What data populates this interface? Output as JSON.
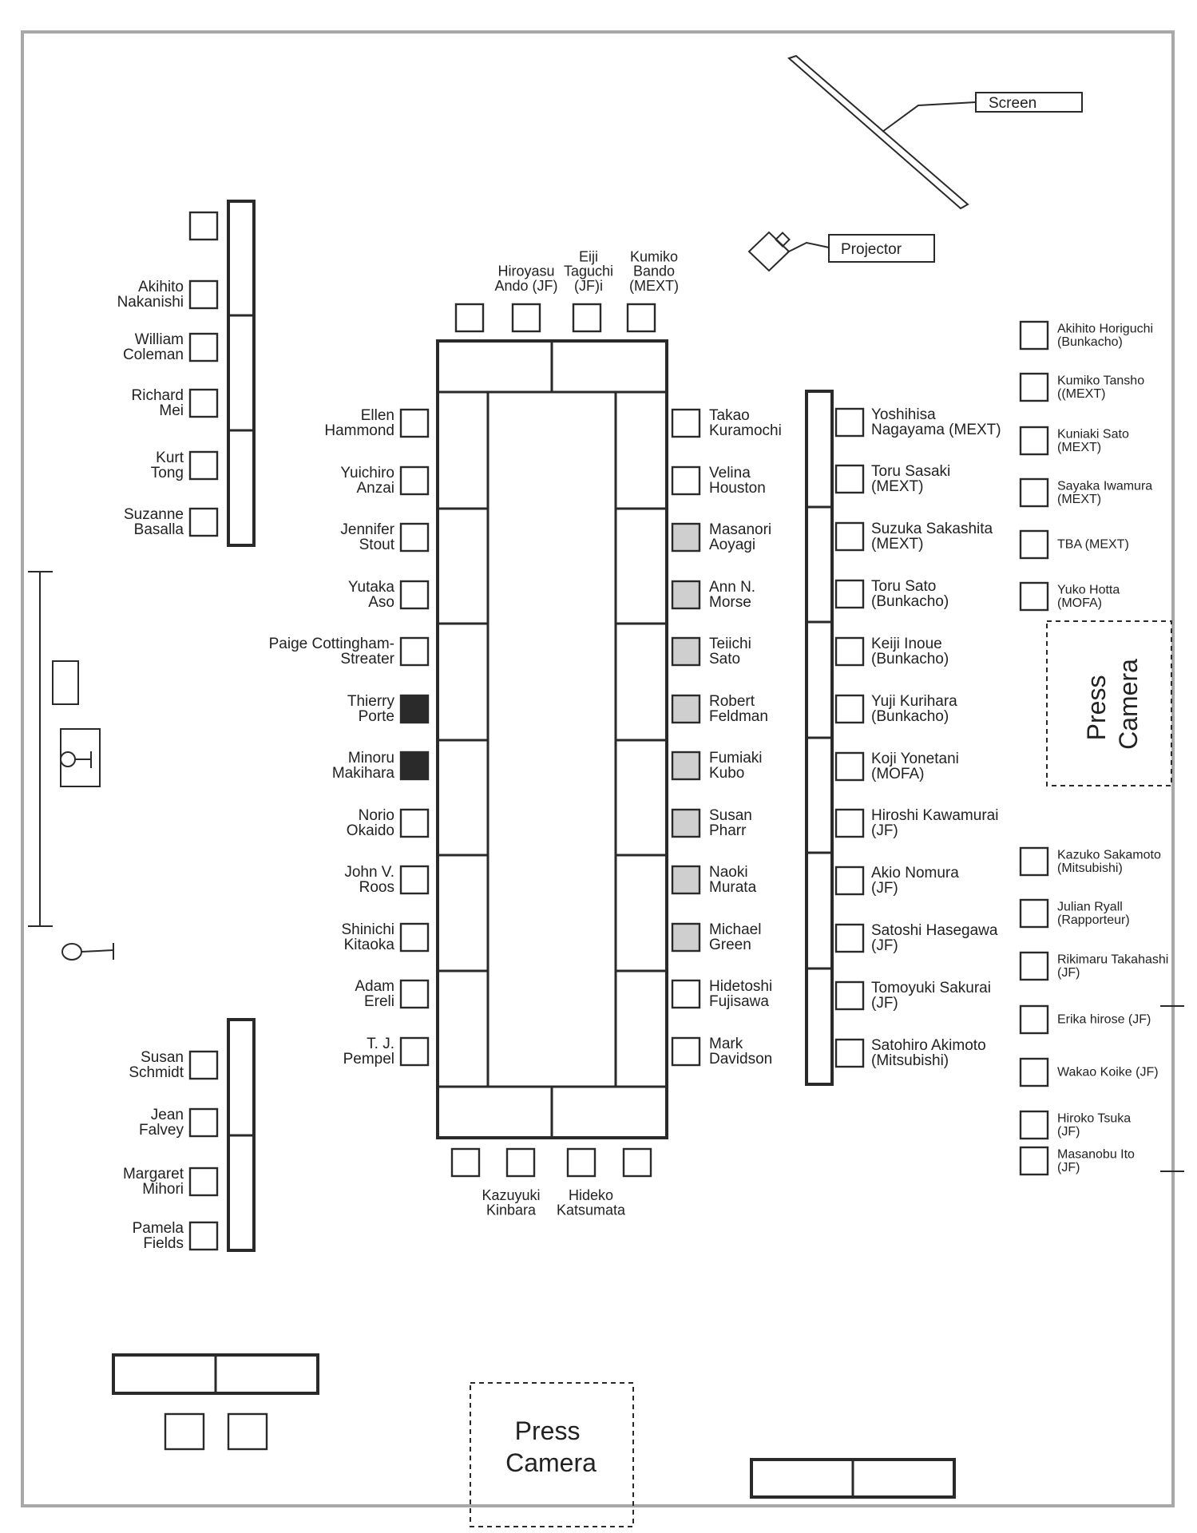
{
  "equipment": {
    "screen_label": "Screen",
    "projector_label": "Projector",
    "press_camera_right": "Press\nCamera",
    "press_camera_bottom": "Press\nCamera"
  },
  "seats": {
    "top_head": [
      "Hiroyasu\nAndo (JF)",
      "Eiji\nTaguchi\n(JF)i",
      "Kumiko\nBando\n(MEXT)"
    ],
    "bottom_head": [
      "Kazuyuki\nKinbara",
      "Hideko\nKatsumata"
    ],
    "table_left": [
      "Ellen\nHammond",
      "Yuichiro\nAnzai",
      "Jennifer\nStout",
      "Yutaka\nAso",
      "Paige Cottingham-\nStreater",
      "Thierry\nPorte",
      "Minoru\nMakihara",
      "Norio\nOkaido",
      "John V.\nRoos",
      "Shinichi\nKitaoka",
      "Adam\nEreli",
      "T. J.\nPempel"
    ],
    "table_right": [
      "Takao\nKuramochi",
      "Velina\nHouston",
      "Masanori\nAoyagi",
      "Ann N.\nMorse",
      "Teiichi\nSato",
      "Robert\nFeldman",
      "Fumiaki\nKubo",
      "Susan\nPharr",
      "Naoki\nMurata",
      "Michael\nGreen",
      "Hidetoshi\nFujisawa",
      "Mark\nDavidson"
    ],
    "right_row": [
      "Yoshihisa\nNagayama (MEXT)",
      "Toru Sasaki\n(MEXT)",
      "Suzuka Sakashita\n(MEXT)",
      "Toru Sato\n(Bunkacho)",
      "Keiji Inoue\n(Bunkacho)",
      "Yuji Kurihara\n(Bunkacho)",
      "Koji Yonetani\n(MOFA)",
      "Hiroshi Kawamurai\n(JF)",
      "Akio Nomura\n(JF)",
      "Satoshi Hasegawa\n(JF)",
      "Tomoyuki Sakurai\n(JF)",
      "Satohiro Akimoto\n(Mitsubishi)"
    ],
    "far_right_top": [
      "Akihito Horiguchi\n(Bunkacho)",
      "Kumiko Tansho\n((MEXT)",
      "Kuniaki Sato\n(MEXT)",
      "Sayaka Iwamura\n(MEXT)",
      "TBA (MEXT)",
      "Yuko Hotta\n(MOFA)"
    ],
    "far_right_bottom": [
      "Kazuko Sakamoto\n(Mitsubishi)",
      "Julian Ryall\n(Rapporteur)",
      "Rikimaru Takahashi\n(JF)",
      "Erika hirose (JF)",
      "Wakao Koike (JF)",
      "Hiroko Tsuka\n(JF)",
      "Masanobu Ito\n(JF)"
    ],
    "left_upper": [
      "Akihito\nNakanishi",
      "William\nColeman",
      "Richard\nMei",
      "Kurt\nTong",
      "Suzanne\nBasalla"
    ],
    "left_lower": [
      "Susan\nSchmidt",
      "Jean\nFalvey",
      "Margaret\nMihori",
      "Pamela\nFields"
    ]
  }
}
